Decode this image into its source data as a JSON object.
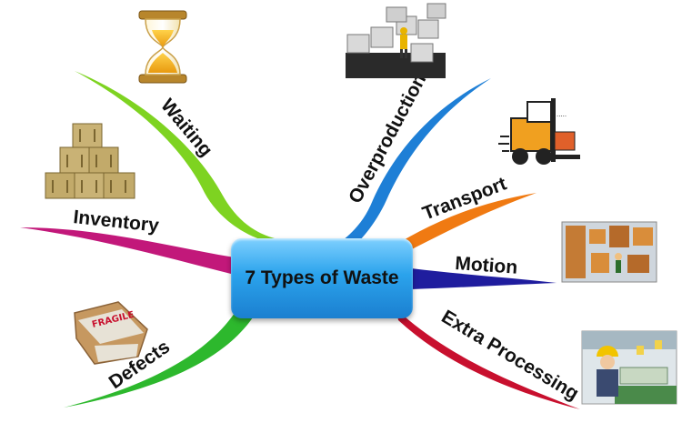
{
  "center": {
    "title": "7 Types of Waste"
  },
  "branches": [
    {
      "label": "Waiting",
      "color": "#7ed321",
      "icon": "hourglass-icon"
    },
    {
      "label": "Overproduction",
      "color": "#1e7fd6",
      "icon": "stacked-crates-icon"
    },
    {
      "label": "Transport",
      "color": "#f07a12",
      "icon": "forklift-icon"
    },
    {
      "label": "Motion",
      "color": "#1f1d9e",
      "icon": "warehouse-worker-icon"
    },
    {
      "label": "Extra Processing",
      "color": "#c8102e",
      "icon": "factory-worker-icon"
    },
    {
      "label": "Defects",
      "color": "#2db82d",
      "icon": "damaged-box-icon"
    },
    {
      "label": "Inventory",
      "color": "#c2187a",
      "icon": "stacked-boxes-icon"
    }
  ]
}
